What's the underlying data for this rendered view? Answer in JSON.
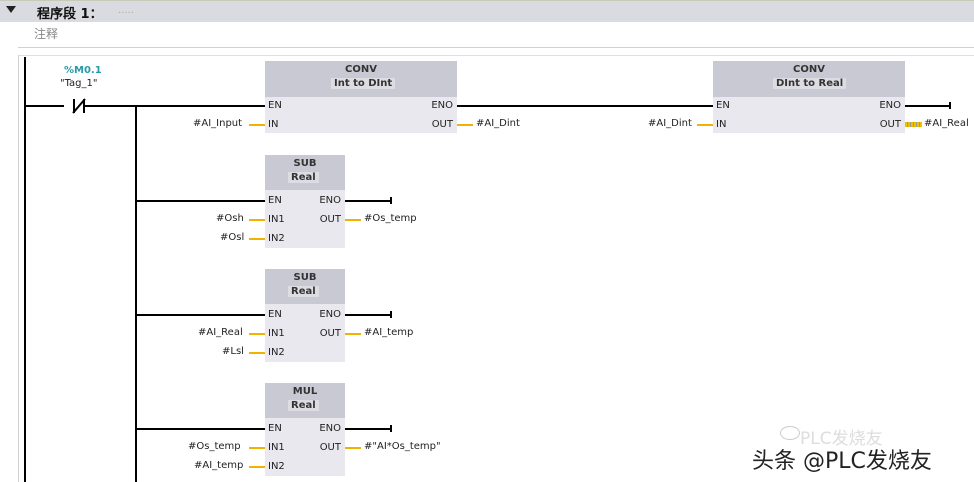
{
  "network": {
    "title": "程序段 1：",
    "title_placeholder": ".....",
    "comment": "注释"
  },
  "contact": {
    "type": "normally-closed",
    "address": "%M0.1",
    "tag": "\"Tag_1\""
  },
  "blocks": [
    {
      "name": "CONV",
      "type": "Int to DInt",
      "pins_left": [
        "EN",
        "IN"
      ],
      "pins_right": [
        "ENO",
        "OUT"
      ],
      "inputs": {
        "IN": "#AI_Input"
      },
      "outputs": {
        "OUT": "#AI_Dint"
      }
    },
    {
      "name": "CONV",
      "type": "DInt to Real",
      "pins_left": [
        "EN",
        "IN"
      ],
      "pins_right": [
        "ENO",
        "OUT"
      ],
      "inputs": {
        "IN": "#AI_Dint"
      },
      "outputs": {
        "OUT": "#AI_Real"
      }
    },
    {
      "name": "SUB",
      "type": "Real",
      "pins_left": [
        "EN",
        "IN1",
        "IN2"
      ],
      "pins_right": [
        "ENO",
        "OUT"
      ],
      "inputs": {
        "IN1": "#Osh",
        "IN2": "#Osl"
      },
      "outputs": {
        "OUT": "#Os_temp"
      }
    },
    {
      "name": "SUB",
      "type": "Real",
      "pins_left": [
        "EN",
        "IN1",
        "IN2"
      ],
      "pins_right": [
        "ENO",
        "OUT"
      ],
      "inputs": {
        "IN1": "#AI_Real",
        "IN2": "#Lsl"
      },
      "outputs": {
        "OUT": "#AI_temp"
      }
    },
    {
      "name": "MUL",
      "type": "Real",
      "pins_left": [
        "EN",
        "IN1",
        "IN2"
      ],
      "pins_right": [
        "ENO",
        "OUT"
      ],
      "inputs": {
        "IN1": "#Os_temp",
        "IN2": "#AI_temp"
      },
      "outputs": {
        "OUT": "#\"AI*Os_temp\""
      }
    }
  ],
  "watermark": {
    "line1": "PLC发烧友",
    "line2": "头条 @PLC发烧友"
  },
  "colors": {
    "wire": "#000000",
    "data_wire": "#f0b400",
    "block_header": "#c8c9d3",
    "block_body": "#e8e8ee",
    "tag_address": "#2a9aa8"
  }
}
